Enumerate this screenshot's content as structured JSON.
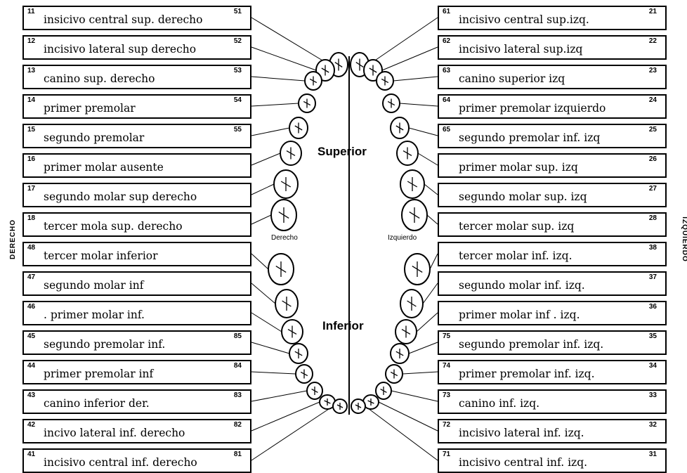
{
  "side_labels": {
    "left": "DERECHO",
    "right": "IZQUIERDO"
  },
  "center_labels": {
    "upper": "Superior",
    "lower": "Inferior",
    "right_side": "Derecho",
    "left_side": "Izquierdo"
  },
  "left_boxes": [
    {
      "n1": "11",
      "n2": "51",
      "label": "insicivo central sup. derecho"
    },
    {
      "n1": "12",
      "n2": "52",
      "label": "incisivo lateral sup derecho"
    },
    {
      "n1": "13",
      "n2": "53",
      "label": "canino sup. derecho"
    },
    {
      "n1": "14",
      "n2": "54",
      "label": "primer premolar"
    },
    {
      "n1": "15",
      "n2": "55",
      "label": "segundo premolar"
    },
    {
      "n1": "16",
      "n2": "",
      "label": "primer molar ausente"
    },
    {
      "n1": "17",
      "n2": "",
      "label": "segundo molar sup derecho"
    },
    {
      "n1": "18",
      "n2": "",
      "label": "tercer mola sup. derecho"
    },
    {
      "n1": "48",
      "n2": "",
      "label": "tercer molar inferior"
    },
    {
      "n1": "47",
      "n2": "",
      "label": "segundo molar inf"
    },
    {
      "n1": "46",
      "n2": "",
      "label": ". primer molar inf."
    },
    {
      "n1": "45",
      "n2": "85",
      "label": "segundo premolar inf."
    },
    {
      "n1": "44",
      "n2": "84",
      "label": "primer premolar inf"
    },
    {
      "n1": "43",
      "n2": "83",
      "label": "canino inferior der."
    },
    {
      "n1": "42",
      "n2": "82",
      "label": "incivo lateral inf. derecho"
    },
    {
      "n1": "41",
      "n2": "81",
      "label": "incisivo central inf. derecho"
    }
  ],
  "right_boxes": [
    {
      "n1": "61",
      "n2": "21",
      "label": "incisivo central sup.izq."
    },
    {
      "n1": "62",
      "n2": "22",
      "label": "incisivo lateral sup.izq"
    },
    {
      "n1": "63",
      "n2": "23",
      "label": "canino superior  izq"
    },
    {
      "n1": "64",
      "n2": "24",
      "label": "primer premolar izquierdo"
    },
    {
      "n1": "65",
      "n2": "25",
      "label": "segundo premolar inf. izq"
    },
    {
      "n1": "",
      "n2": "26",
      "label": "primer molar sup. izq"
    },
    {
      "n1": "",
      "n2": "27",
      "label": "segundo molar sup. izq"
    },
    {
      "n1": "",
      "n2": "28",
      "label": "tercer molar sup. izq"
    },
    {
      "n1": "",
      "n2": "38",
      "label": "tercer molar inf. izq."
    },
    {
      "n1": "",
      "n2": "37",
      "label": "segundo molar inf. izq."
    },
    {
      "n1": "",
      "n2": "36",
      "label": "primer molar inf . izq."
    },
    {
      "n1": "75",
      "n2": "35",
      "label": "segundo premolar inf. izq."
    },
    {
      "n1": "74",
      "n2": "34",
      "label": "primer premolar inf. izq."
    },
    {
      "n1": "73",
      "n2": "33",
      "label": "canino inf. izq."
    },
    {
      "n1": "72",
      "n2": "32",
      "label": "incisivo lateral inf. izq."
    },
    {
      "n1": "71",
      "n2": "31",
      "label": "incisivo central inf. izq."
    }
  ]
}
